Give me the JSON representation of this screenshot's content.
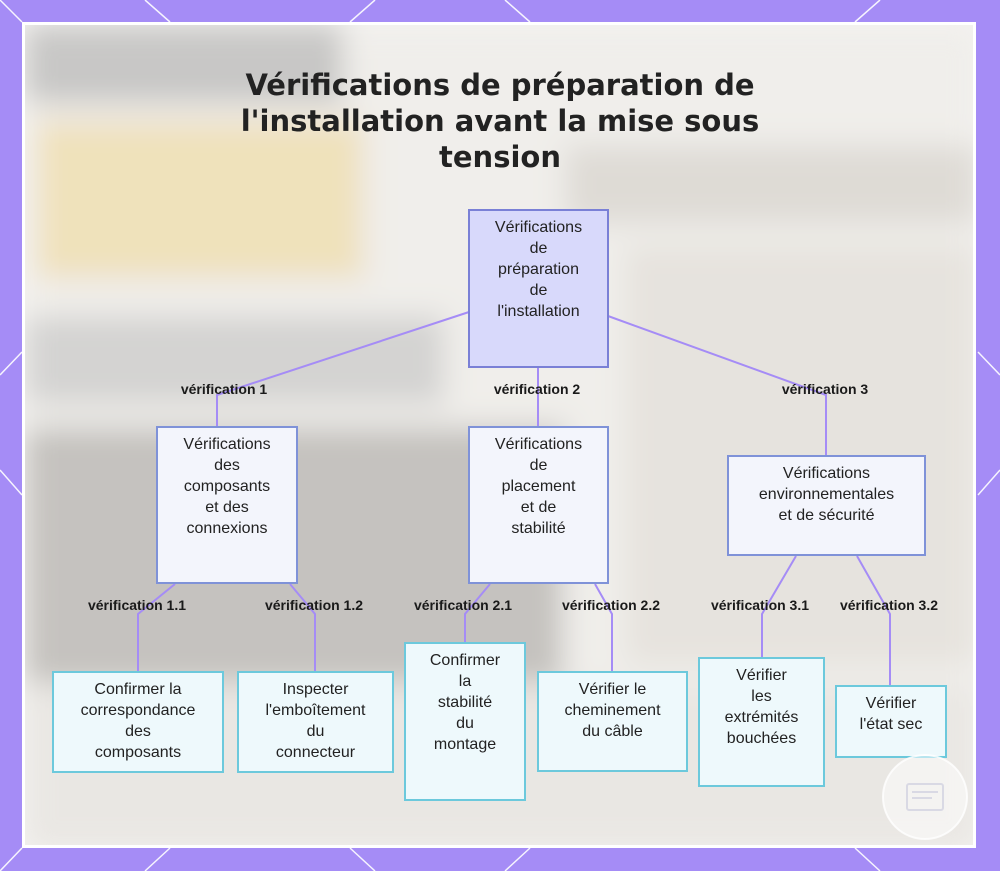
{
  "title_lines": [
    "Vérifications de préparation de",
    "l'installation avant la mise sous",
    "tension"
  ],
  "nodes": {
    "root": [
      "Vérifications",
      "de",
      "préparation",
      "de",
      "l'installation"
    ],
    "c1": [
      "Vérifications",
      "des",
      "composants",
      "et des",
      "connexions"
    ],
    "c2": [
      "Vérifications",
      "de",
      "placement",
      "et de",
      "stabilité"
    ],
    "c3": [
      "Vérifications",
      "environnementales",
      "et de sécurité"
    ],
    "l11": [
      "Confirmer la",
      "correspondance",
      "des",
      "composants"
    ],
    "l12": [
      "Inspecter",
      "l'emboîtement",
      "du",
      "connecteur"
    ],
    "l21": [
      "Confirmer",
      "la",
      "stabilité",
      "du",
      "montage"
    ],
    "l22": [
      "Vérifier le",
      "cheminement",
      "du câble"
    ],
    "l31": [
      "Vérifier",
      "les",
      "extrémités",
      "bouchées"
    ],
    "l32": [
      "Vérifier",
      "l'état sec"
    ]
  },
  "edge_labels": {
    "e1": "vérification 1",
    "e2": "vérification 2",
    "e3": "vérification 3",
    "e11": "vérification 1.1",
    "e12": "vérification 1.2",
    "e21": "vérification 2.1",
    "e22": "vérification 2.2",
    "e31": "vérification 3.1",
    "e32": "vérification 3.2"
  },
  "colors": {
    "frame": "#a58cf6",
    "root_fill": "#d8d9fb",
    "mid_border": "#7f92d8",
    "leaf_border": "#6cc9dc",
    "edge": "#a58cf6"
  }
}
